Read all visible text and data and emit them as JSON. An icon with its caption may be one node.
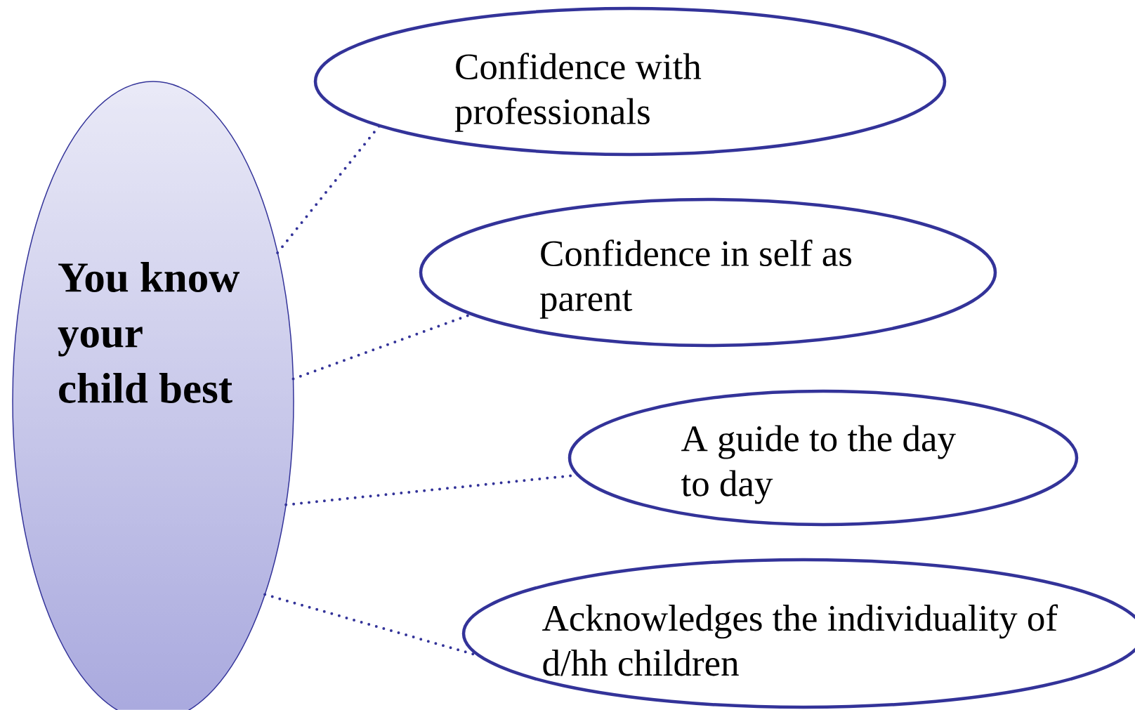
{
  "diagram": {
    "nodes": [
      {
        "text": [
          "You know your child best"
        ]
      },
      {
        "text": [
          "Confidence with professionals"
        ]
      },
      {
        "text": [
          "Confidence in self as parent"
        ]
      },
      {
        "text": [
          "A guide to the day to day"
        ]
      },
      {
        "text": [
          "Acknowledges the individuality of d/hh children"
        ]
      }
    ],
    "edges": [
      {
        "from": 0,
        "to": 1,
        "arrow": "none"
      },
      {
        "from": 0,
        "to": 2,
        "arrow": "none"
      },
      {
        "from": 0,
        "to": 3,
        "arrow": "none"
      },
      {
        "from": 0,
        "to": 4,
        "arrow": "none"
      }
    ]
  }
}
